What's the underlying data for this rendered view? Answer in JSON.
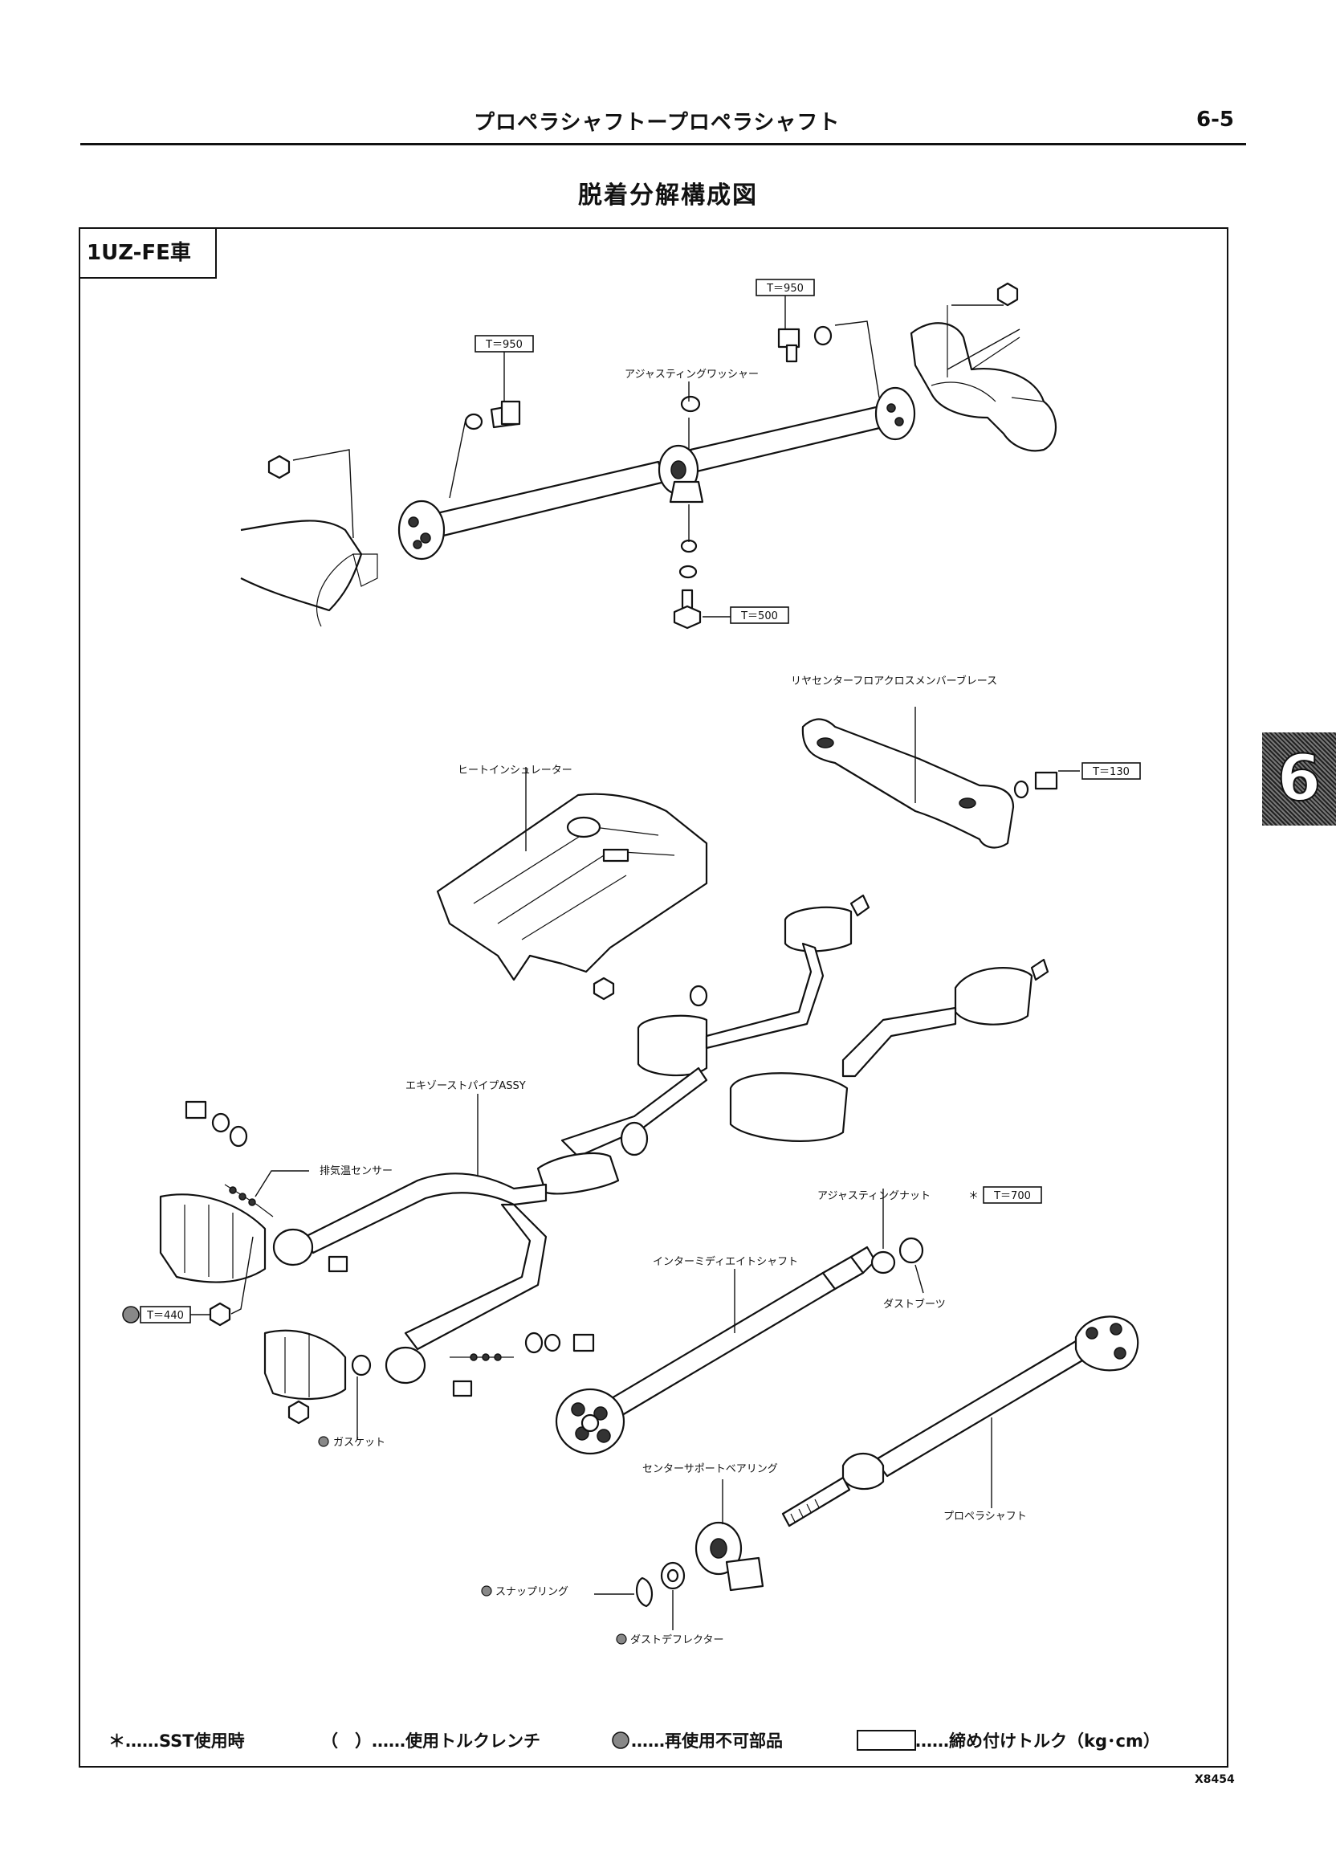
{
  "header": {
    "title": "プロペラシャフトープロペラシャフト",
    "page_number": "6-5"
  },
  "diagram_title": "脱着分解構成図",
  "model_tag": "1UZ-FE車",
  "section_tab": "6",
  "image_code": "X8454",
  "labels": {
    "adjusting_washer": "アジャスティングワッシャー",
    "rear_brace": "リヤセンターフロアクロスメンバーブレース",
    "heat_insulator": "ヒートインシュレーター",
    "exhaust_pipe": "エキゾーストパイプASSY",
    "exhaust_temp_sensor": "排気温センサー",
    "adjusting_nut": "アジャスティングナット",
    "adjusting_nut_mark": "＊",
    "intermediate_shaft": "インターミディエイトシャフト",
    "dust_boot": "ダストブーツ",
    "gasket": "ガスケット",
    "center_support_bearing": "センターサポートベアリング",
    "propeller_shaft": "プロペラシャフト",
    "snap_ring": "スナップリング",
    "dust_deflector": "ダストデフレクター"
  },
  "torques": {
    "t950_front": "T＝950",
    "t950_rear": "T＝950",
    "t500": "T＝500",
    "t130": "T＝130",
    "t700": "T＝700",
    "t440": "T＝440"
  },
  "legend": {
    "sst": "＊……SST使用時",
    "torque_wrench": "（　）……使用トルクレンチ",
    "non_reusable": "……再使用不可部品",
    "tightening_torque": "……締め付けトルク（kg･cm）"
  }
}
